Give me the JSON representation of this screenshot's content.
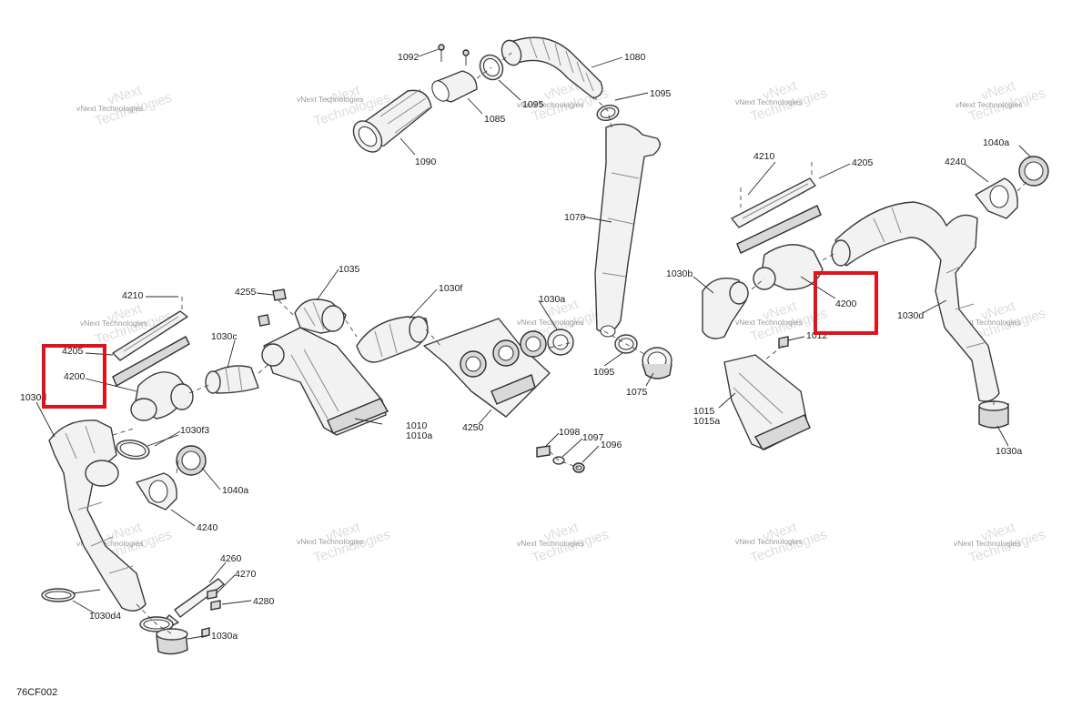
{
  "figure_code": "76CF002",
  "watermark": {
    "line1": "vNext",
    "line2": "Technologies",
    "small": "vNext Technologies"
  },
  "labels": {
    "l1092": "1092",
    "l1080": "1080",
    "l1085": "1085",
    "l1095a": "1095",
    "l1095b": "1095",
    "l1090": "1090",
    "l1070": "1070",
    "l1095c": "1095",
    "l1075": "1075",
    "l4210r": "4210",
    "l4205r": "4205",
    "l1040ar": "1040a",
    "l4240r": "4240",
    "l1030b": "1030b",
    "l4200r": "4200",
    "l1030d_r": "1030d",
    "l1012": "1012",
    "l1015": "1015",
    "l1015a": "1015a",
    "l1030a_r": "1030a",
    "l4210l": "4210",
    "l4205l": "4205",
    "l4200l": "4200",
    "l4255": "4255",
    "l1035": "1035",
    "l1030f": "1030f",
    "l1030a_m": "1030a",
    "l1030c": "1030c",
    "l1030d_l": "1030d",
    "l1030f3": "1030f3",
    "l1010": "1010",
    "l1010a": "1010a",
    "l4250": "4250",
    "l1098": "1098",
    "l1097": "1097",
    "l1096": "1096",
    "l1040al": "1040a",
    "l4240l": "4240",
    "l4260": "4260",
    "l4270": "4270",
    "l4280": "4280",
    "l1030d4": "1030d4",
    "l1030a_l": "1030a"
  },
  "highlight_color": "#e0121b"
}
